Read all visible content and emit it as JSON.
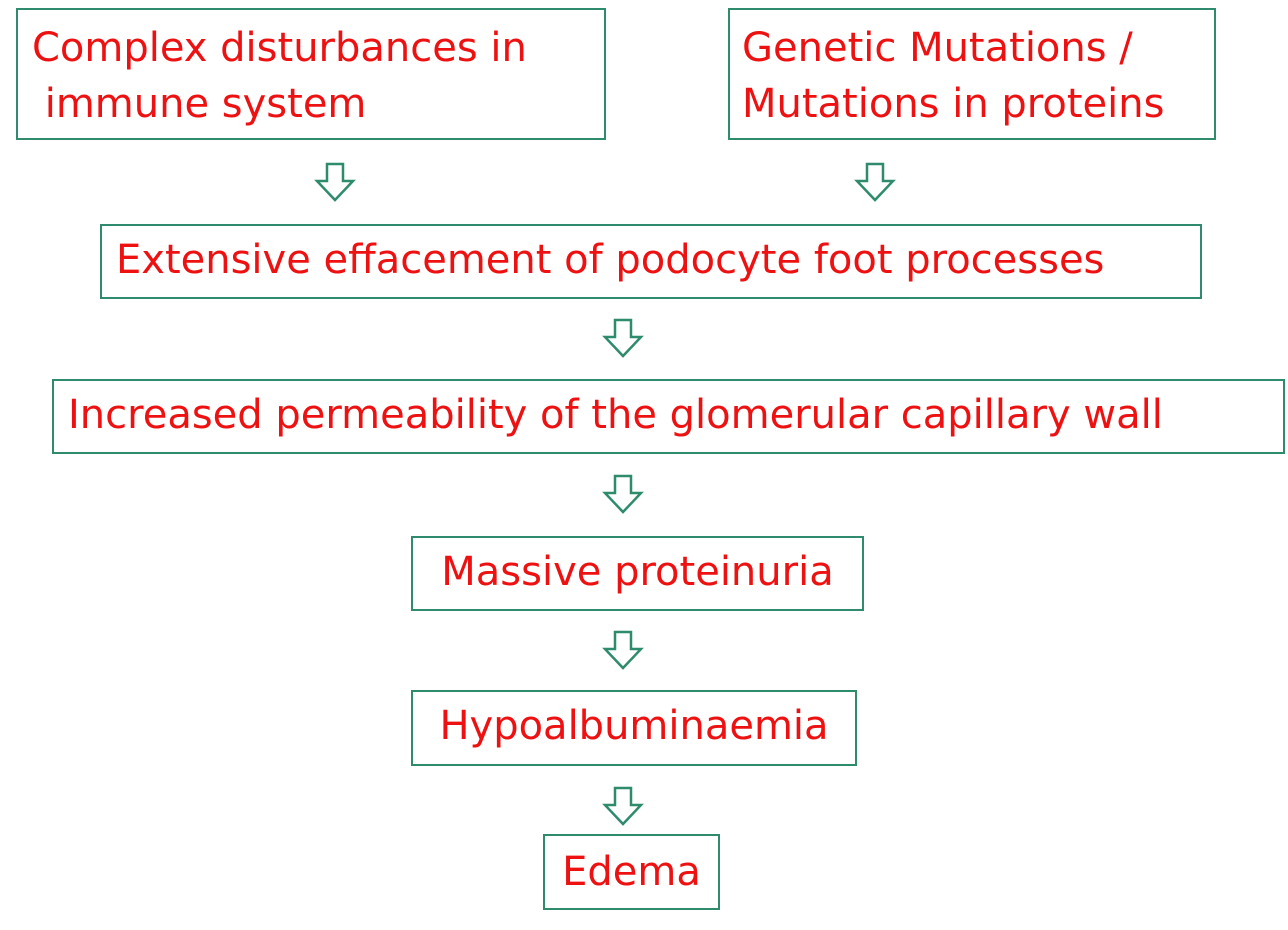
{
  "diagram": {
    "nodes": [
      {
        "id": "immune",
        "lines": [
          "Complex disturbances in",
          " immune system"
        ]
      },
      {
        "id": "genetic",
        "lines": [
          "Genetic Mutations /",
          "Mutations in proteins"
        ]
      },
      {
        "id": "effacement",
        "lines": [
          "Extensive effacement of podocyte foot processes"
        ]
      },
      {
        "id": "permeability",
        "lines": [
          "Increased permeability of the glomerular capillary wall"
        ]
      },
      {
        "id": "proteinuria",
        "lines": [
          "Massive proteinuria"
        ]
      },
      {
        "id": "hypoalbuminaemia",
        "lines": [
          "Hypoalbuminaemia"
        ]
      },
      {
        "id": "edema",
        "lines": [
          "Edema"
        ]
      }
    ],
    "edges": [
      {
        "from": "immune",
        "to": "effacement"
      },
      {
        "from": "genetic",
        "to": "effacement"
      },
      {
        "from": "effacement",
        "to": "permeability"
      },
      {
        "from": "permeability",
        "to": "proteinuria"
      },
      {
        "from": "proteinuria",
        "to": "hypoalbuminaemia"
      },
      {
        "from": "hypoalbuminaemia",
        "to": "edema"
      }
    ],
    "colors": {
      "text": "#ee1111",
      "border": "#2e8b6e",
      "arrow": "#2e8b6e"
    },
    "arrow_icon": "hollow-down-arrow-icon"
  }
}
